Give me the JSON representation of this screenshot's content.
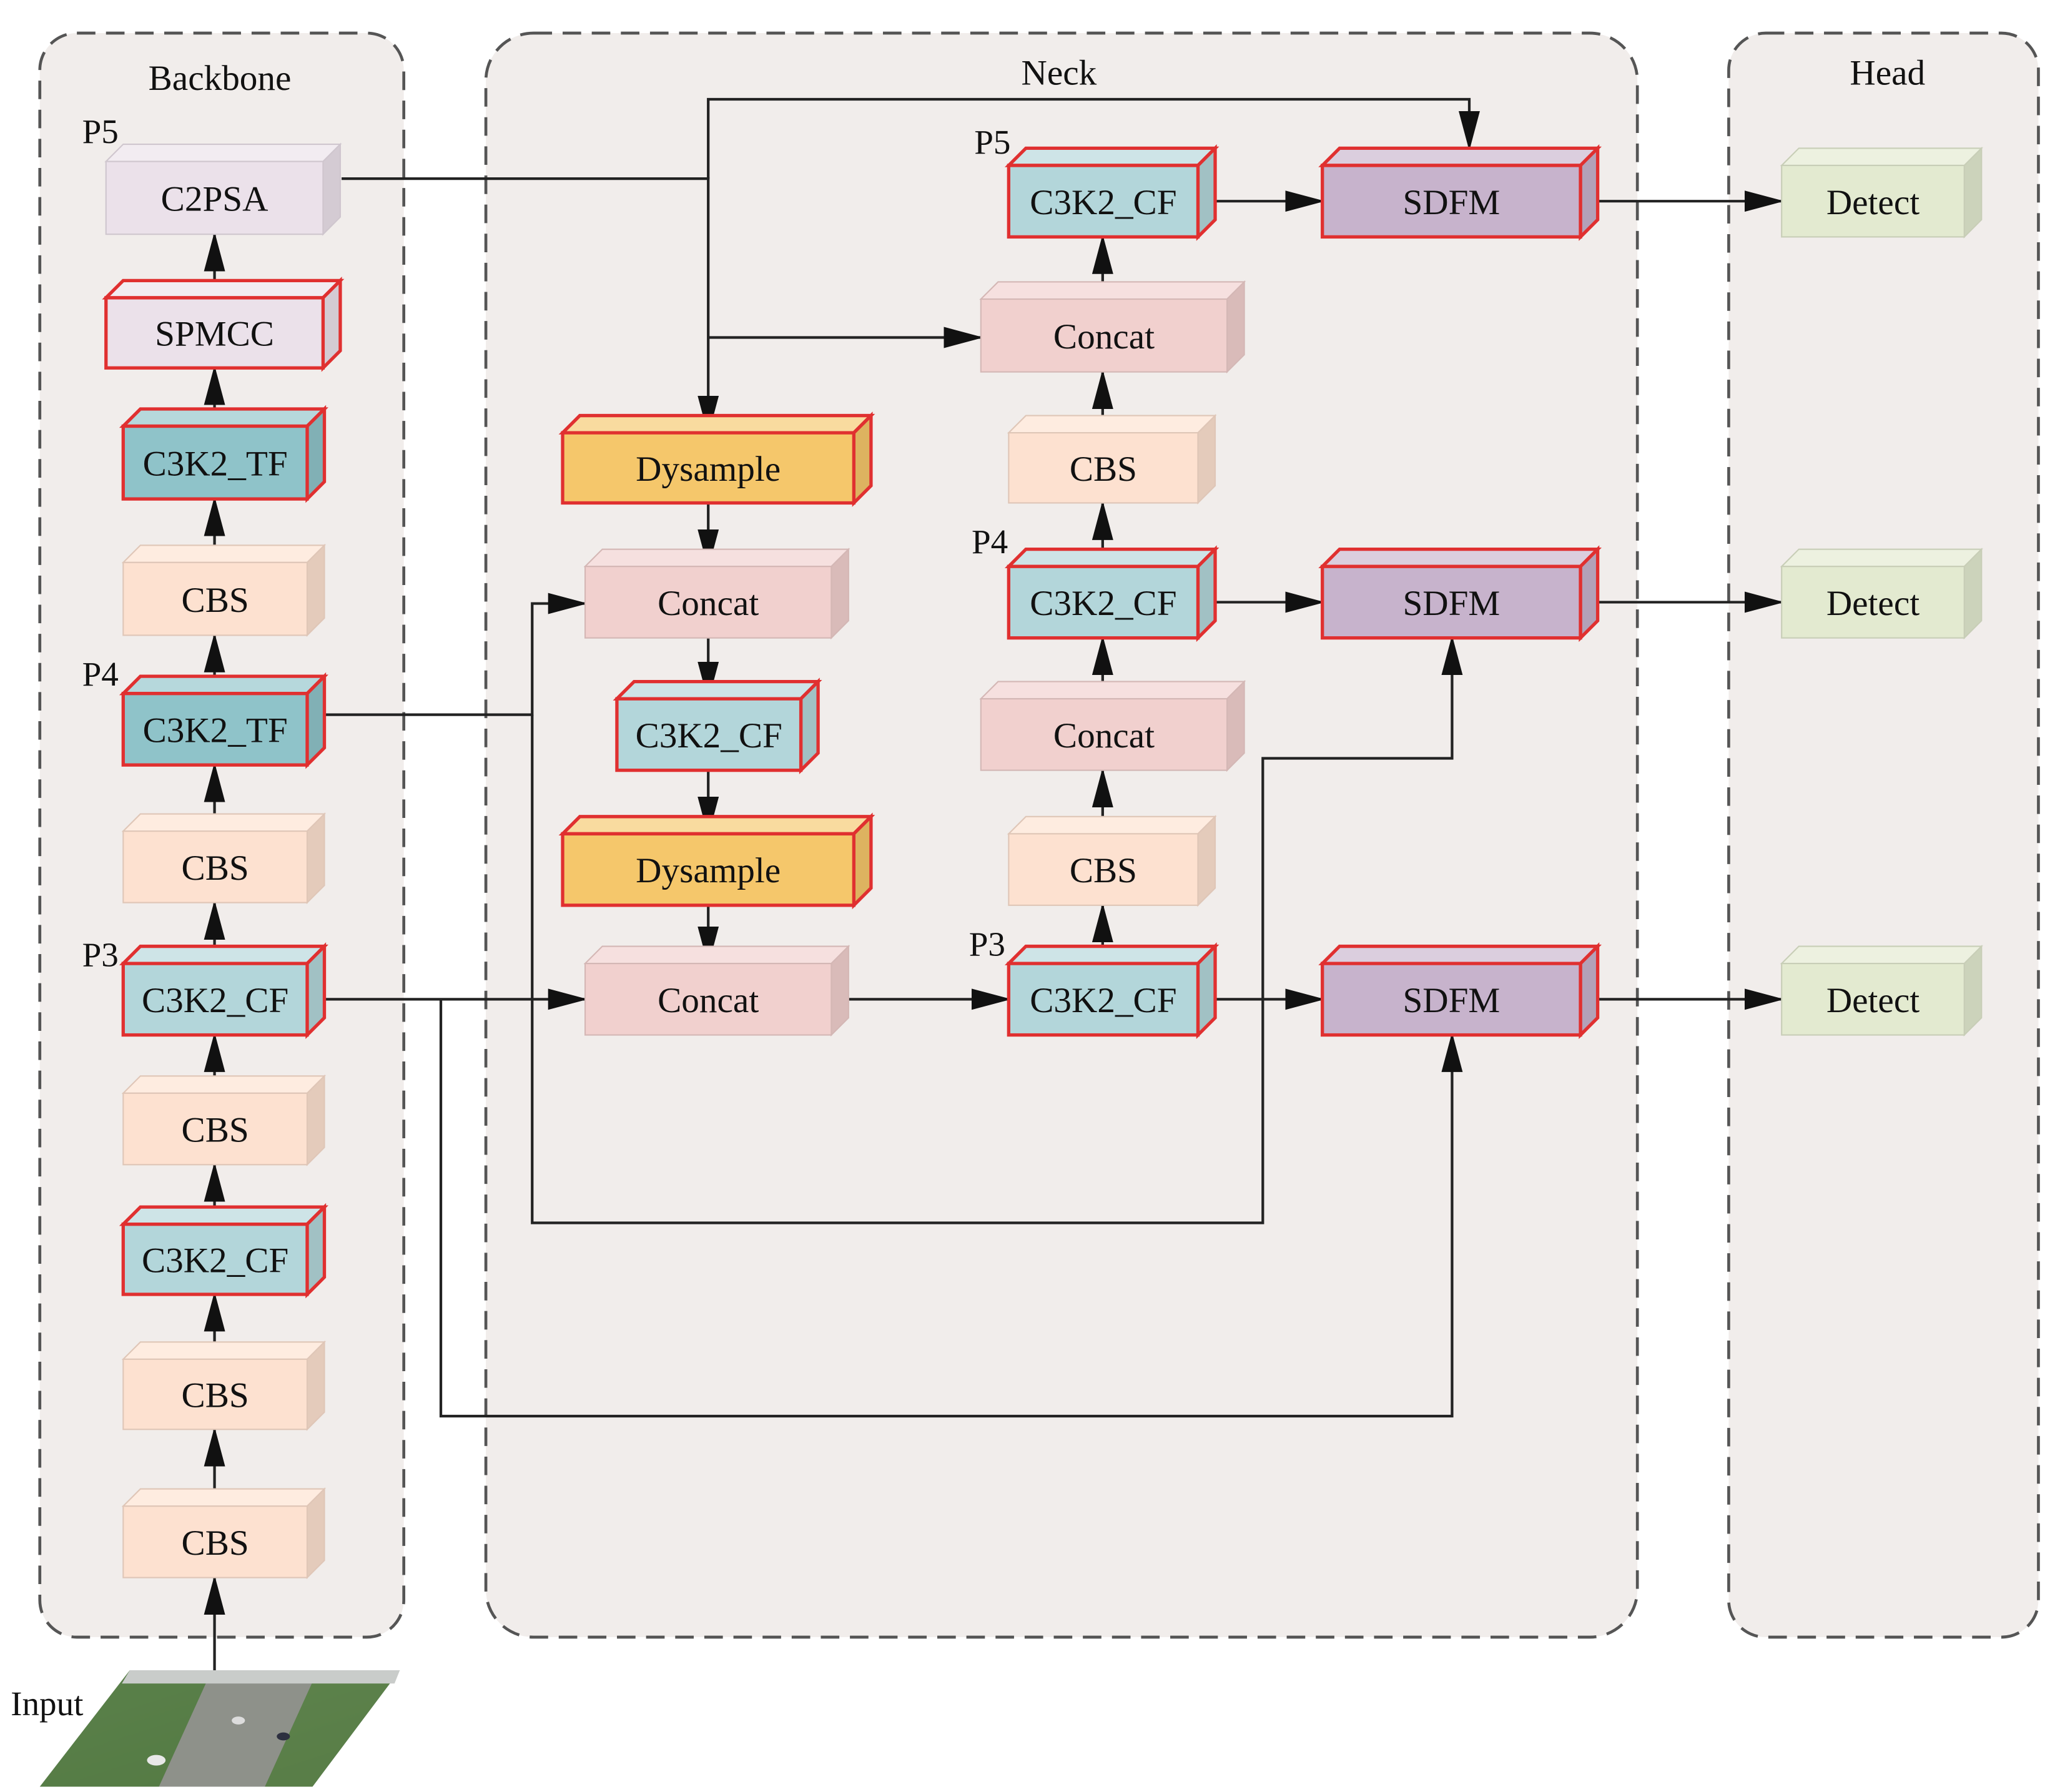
{
  "panels": {
    "backbone": "Backbone",
    "neck": "Neck",
    "head": "Head"
  },
  "input_label": "Input",
  "colors": {
    "panel_bg": "#f1edeb",
    "red_border": "#e03030",
    "c2psa": "#ebe1ea",
    "spmcc": "#ebe1ea",
    "c3k2_tf": "#8fc3c9",
    "c3k2_cf": "#b3d6da",
    "cbs": "#fde1d0",
    "concat": "#f1d0ce",
    "dysample": "#f5c76b",
    "sdfm": "#c7b3cc",
    "detect": "#e3ead0"
  },
  "backbone": {
    "labels": {
      "p5": "P5",
      "p4": "P4",
      "p3": "P3"
    },
    "blocks": [
      {
        "id": "bb-c2psa",
        "label": "C2PSA",
        "type": "c2psa"
      },
      {
        "id": "bb-spmcc",
        "label": "SPMCC",
        "type": "spmcc"
      },
      {
        "id": "bb-c3k2tf-1",
        "label": "C3K2_TF",
        "type": "c3k2_tf"
      },
      {
        "id": "bb-cbs-1",
        "label": "CBS",
        "type": "cbs"
      },
      {
        "id": "bb-c3k2tf-2",
        "label": "C3K2_TF",
        "type": "c3k2_tf"
      },
      {
        "id": "bb-cbs-2",
        "label": "CBS",
        "type": "cbs"
      },
      {
        "id": "bb-c3k2cf-1",
        "label": "C3K2_CF",
        "type": "c3k2_cf"
      },
      {
        "id": "bb-cbs-3",
        "label": "CBS",
        "type": "cbs"
      },
      {
        "id": "bb-c3k2cf-2",
        "label": "C3K2_CF",
        "type": "c3k2_cf"
      },
      {
        "id": "bb-cbs-4",
        "label": "CBS",
        "type": "cbs"
      },
      {
        "id": "bb-cbs-5",
        "label": "CBS",
        "type": "cbs"
      }
    ]
  },
  "neck": {
    "labels": {
      "p5": "P5",
      "p4": "P4",
      "p3": "P3"
    },
    "blocks": [
      {
        "id": "nk-dysample-1",
        "label": "Dysample",
        "type": "dysample"
      },
      {
        "id": "nk-concat-1",
        "label": "Concat",
        "type": "concat"
      },
      {
        "id": "nk-c3k2cf-1",
        "label": "C3K2_CF",
        "type": "c3k2_cf"
      },
      {
        "id": "nk-dysample-2",
        "label": "Dysample",
        "type": "dysample"
      },
      {
        "id": "nk-concat-2",
        "label": "Concat",
        "type": "concat"
      },
      {
        "id": "nk-c3k2cf-p5",
        "label": "C3K2_CF",
        "type": "c3k2_cf"
      },
      {
        "id": "nk-concat-3",
        "label": "Concat",
        "type": "concat"
      },
      {
        "id": "nk-cbs-1",
        "label": "CBS",
        "type": "cbs"
      },
      {
        "id": "nk-c3k2cf-p4",
        "label": "C3K2_CF",
        "type": "c3k2_cf"
      },
      {
        "id": "nk-concat-4",
        "label": "Concat",
        "type": "concat"
      },
      {
        "id": "nk-cbs-2",
        "label": "CBS",
        "type": "cbs"
      },
      {
        "id": "nk-c3k2cf-p3",
        "label": "C3K2_CF",
        "type": "c3k2_cf"
      },
      {
        "id": "nk-sdfm-1",
        "label": "SDFM",
        "type": "sdfm"
      },
      {
        "id": "nk-sdfm-2",
        "label": "SDFM",
        "type": "sdfm"
      },
      {
        "id": "nk-sdfm-3",
        "label": "SDFM",
        "type": "sdfm"
      }
    ]
  },
  "head": {
    "blocks": [
      {
        "id": "hd-detect-1",
        "label": "Detect",
        "type": "detect"
      },
      {
        "id": "hd-detect-2",
        "label": "Detect",
        "type": "detect"
      },
      {
        "id": "hd-detect-3",
        "label": "Detect",
        "type": "detect"
      }
    ]
  }
}
